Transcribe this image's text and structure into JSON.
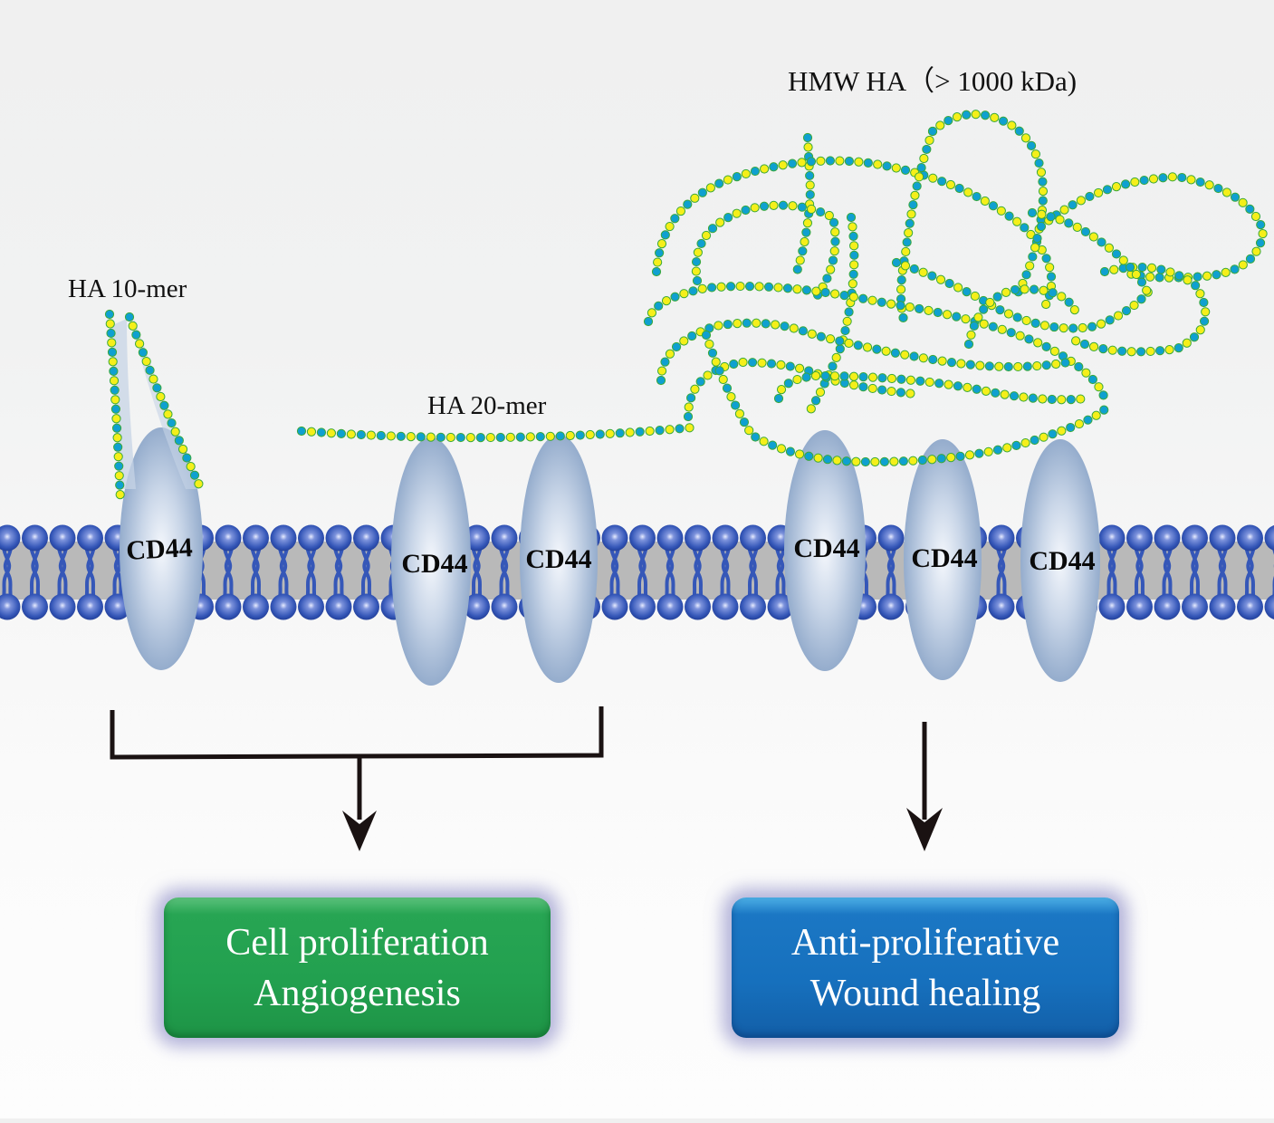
{
  "figure": {
    "labels": {
      "ha_10mer": "HA 10-mer",
      "ha_20mer": "HA 20-mer",
      "hmw_ha": "HMW HA（> 1000 kDa)"
    },
    "receptor_label": "CD44",
    "receptors": [
      {
        "name": "CD44",
        "group": "HA 10-mer"
      },
      {
        "name": "CD44",
        "group": "HA 20-mer"
      },
      {
        "name": "CD44",
        "group": "HA 20-mer"
      },
      {
        "name": "CD44",
        "group": "HMW HA"
      },
      {
        "name": "CD44",
        "group": "HMW HA"
      },
      {
        "name": "CD44",
        "group": "HMW HA"
      }
    ],
    "outcomes": {
      "left": {
        "line1": "Cell proliferation",
        "line2": "Angiogenesis",
        "color": "#22a04f"
      },
      "right": {
        "line1": "Anti-proliferative",
        "line2": "Wound healing",
        "color": "#1670bd"
      }
    },
    "colors": {
      "bead_blue": "#0fa0d0",
      "bead_yellow": "#f5ef1a",
      "bead_outline": "#3aa83a",
      "lipid_head": "#3557b8",
      "membrane_core": "#b9b9b9",
      "cd44_fill": "#a9bfd9",
      "arrow": "#1a1212"
    }
  }
}
